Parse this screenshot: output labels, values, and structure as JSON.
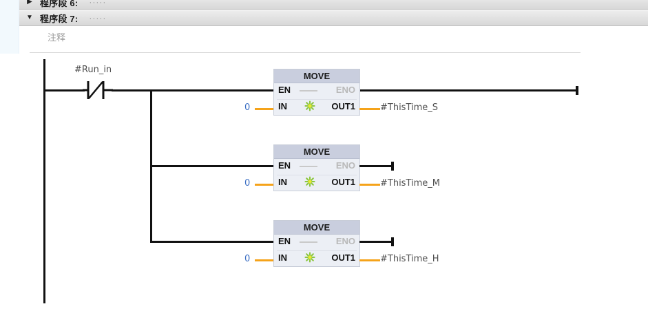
{
  "editor": {
    "language": "LAD",
    "networks": [
      {
        "id": "network-6",
        "title": "程序段 6:",
        "dots": "·····",
        "expander": "▶",
        "collapsed": true
      },
      {
        "id": "network-7",
        "title": "程序段 7:",
        "dots": "·····",
        "expander": "▼",
        "collapsed": false,
        "comment_placeholder": "注释"
      }
    ]
  },
  "ladder": {
    "contact": {
      "label": "#Run_in",
      "type": "normally-closed"
    },
    "blocks": [
      {
        "title": "MOVE",
        "en": "EN",
        "eno": "ENO",
        "in_pin": "IN",
        "out_pin": "OUT1",
        "in_value": "0",
        "out_operand": "#ThisTime_S"
      },
      {
        "title": "MOVE",
        "en": "EN",
        "eno": "ENO",
        "in_pin": "IN",
        "out_pin": "OUT1",
        "in_value": "0",
        "out_operand": "#ThisTime_M"
      },
      {
        "title": "MOVE",
        "en": "EN",
        "eno": "ENO",
        "in_pin": "IN",
        "out_pin": "OUT1",
        "in_value": "0",
        "out_operand": "#ThisTime_H"
      }
    ]
  },
  "colors": {
    "wire": "#111111",
    "wire_orange": "#f5a31a",
    "block_header": "#c9cede",
    "block_body": "#eceff5",
    "operand_text": "#4f4f4f",
    "constant_text": "#3c6fc4",
    "eno_disabled": "#b9b9b9",
    "gutter": "#f2f9fd"
  }
}
